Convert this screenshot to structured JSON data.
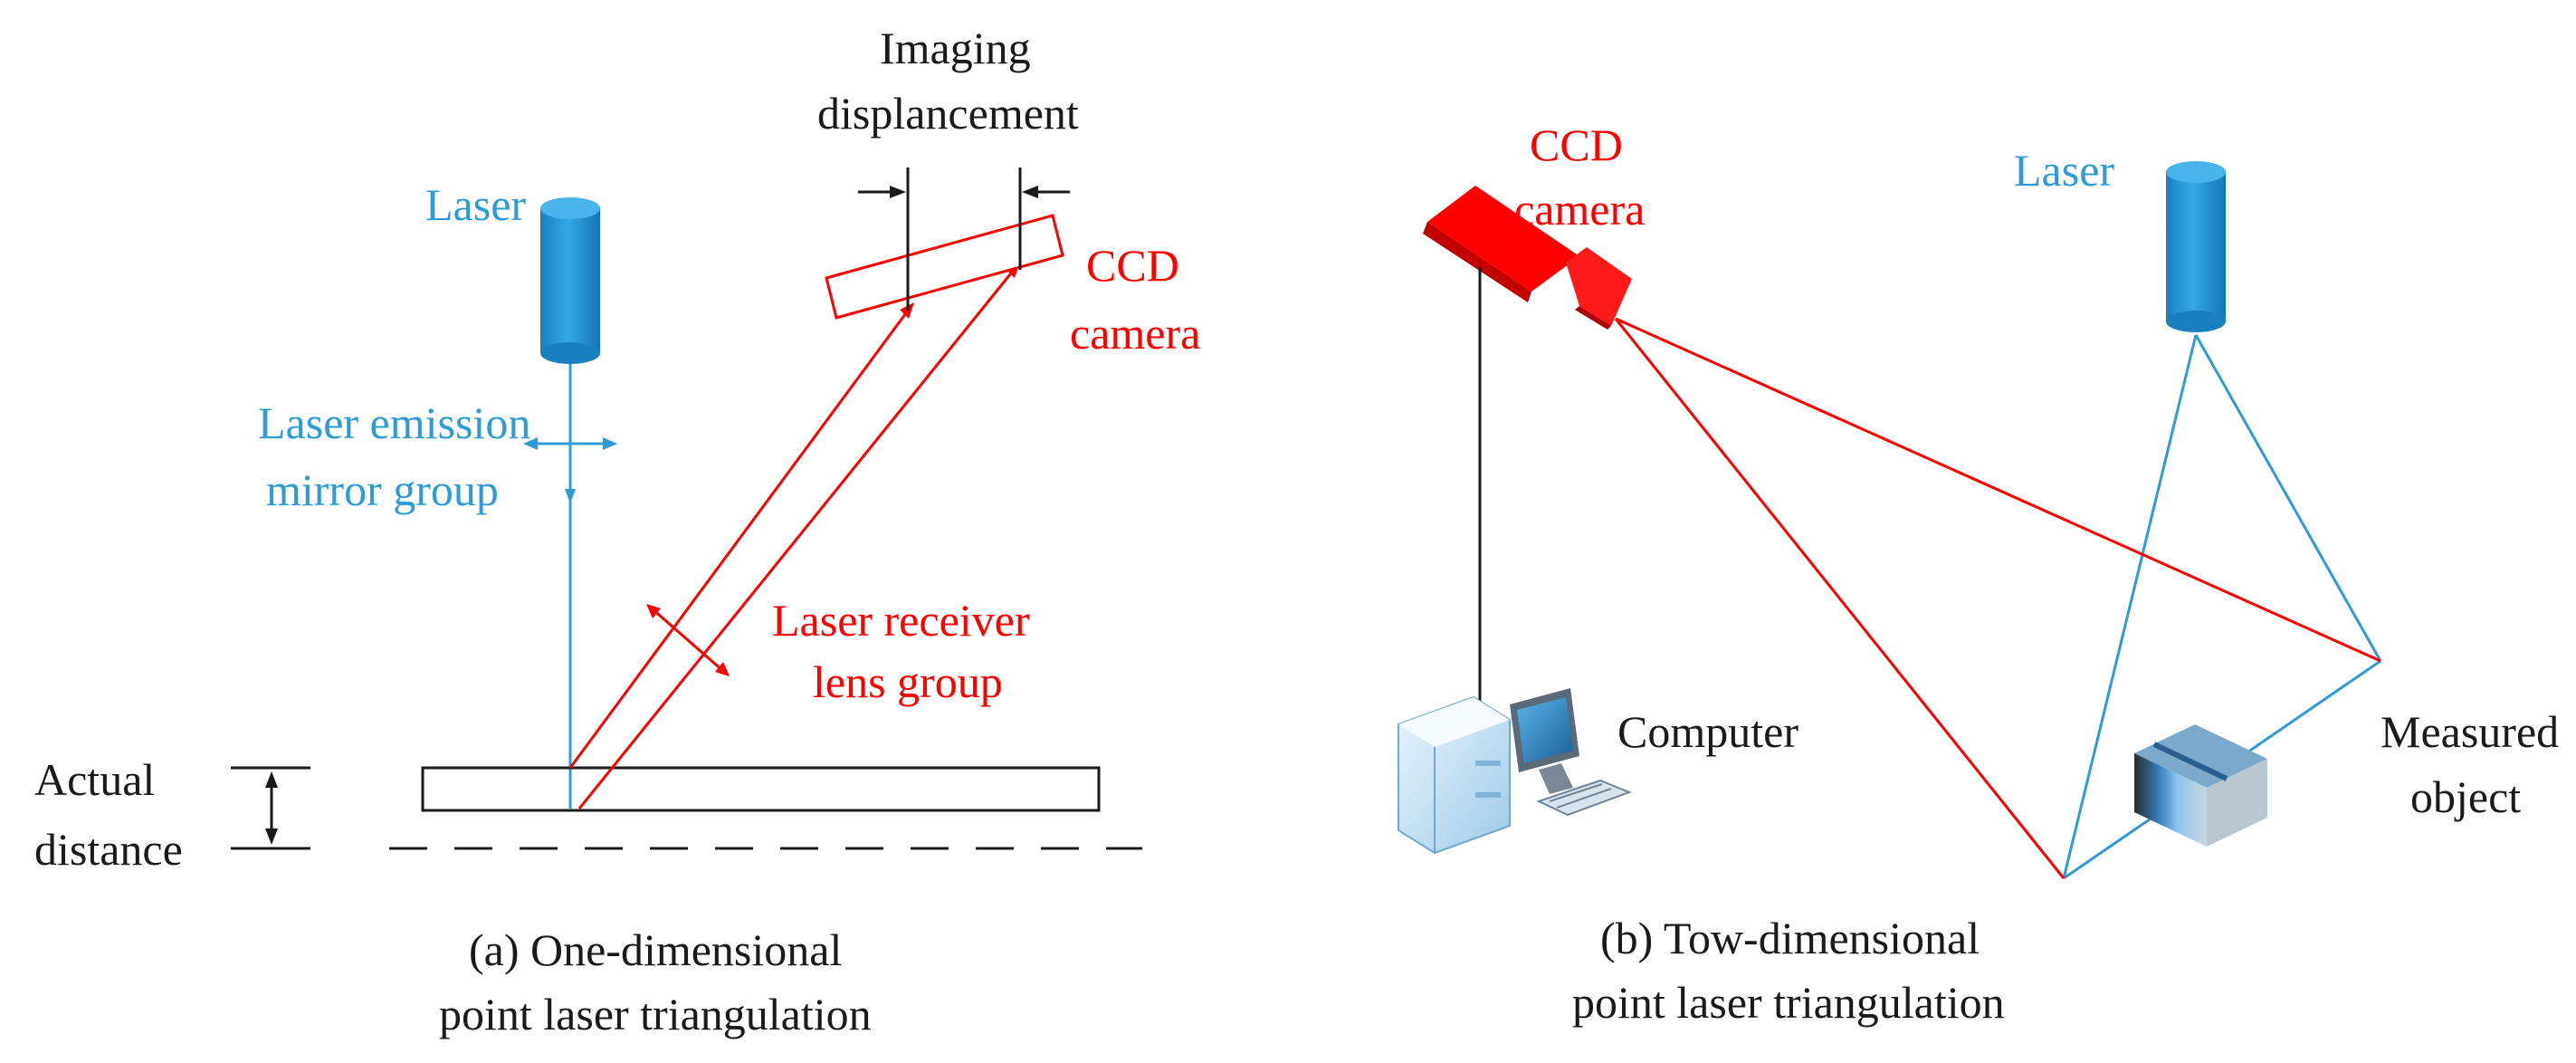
{
  "panel_a": {
    "laser_label": "Laser",
    "emission_line1": "Laser emission",
    "emission_line2": "mirror group",
    "imaging_line1": "Imaging",
    "imaging_line2": "displancement",
    "ccd_line1": "CCD",
    "ccd_line2": "camera",
    "receiver_line1": "Laser receiver",
    "receiver_line2": "lens group",
    "actual_line1": "Actual",
    "actual_line2": "distance",
    "caption_line1": "(a) One-dimensional",
    "caption_line2": "point laser triangulation"
  },
  "panel_b": {
    "ccd_line1": "CCD",
    "ccd_line2": "camera",
    "laser_label": "Laser",
    "computer_label": "Computer",
    "measured_line1": "Measured",
    "measured_line2": "object",
    "caption_line1": "(b) Tow-dimensional",
    "caption_line2": "point laser triangulation"
  },
  "colors": {
    "laser_blue": "#2e9bd6",
    "camera_red": "#ff0000",
    "outline_black": "#1a1a1a"
  },
  "icons": {
    "laser": "laser-cylinder-icon",
    "ccd_camera": "ccd-camera-icon",
    "computer": "desktop-computer-icon",
    "measured_object": "box-object-icon"
  }
}
